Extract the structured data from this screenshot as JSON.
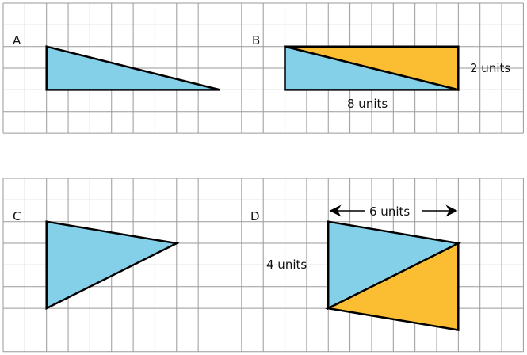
{
  "labels": {
    "a": "A",
    "b": "B",
    "c": "C",
    "d": "D"
  },
  "measurements": {
    "b_height": "2 units",
    "b_base": "8 units",
    "d_width": "6 units",
    "d_height": "4 units"
  },
  "colors": {
    "blue": "#84d0e8",
    "orange": "#fbbe33",
    "grid": "#9a9a9a"
  }
}
